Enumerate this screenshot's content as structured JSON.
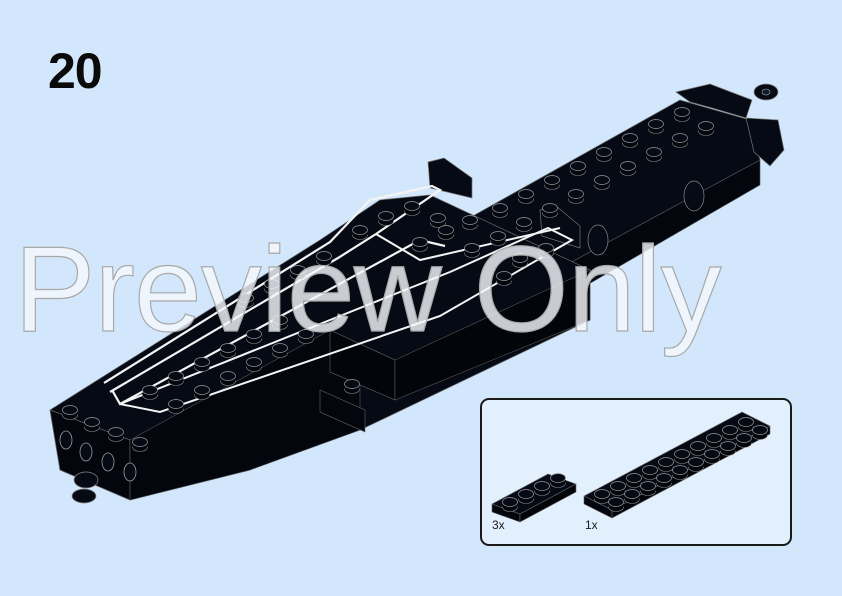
{
  "page": {
    "background_color": "#d2e7fb",
    "step_number": "20"
  },
  "model": {
    "description": "black brick vehicle chassis assembly",
    "color": "#050a14"
  },
  "parts_callout": {
    "background_color": "#e2f0fd",
    "border_color": "#1a1a1a",
    "parts": [
      {
        "name": "plate 1x4",
        "color": "black",
        "count": "3x"
      },
      {
        "name": "plate 2x10",
        "color": "black",
        "count": "1x"
      }
    ]
  },
  "watermark": {
    "text": "Preview Only"
  }
}
